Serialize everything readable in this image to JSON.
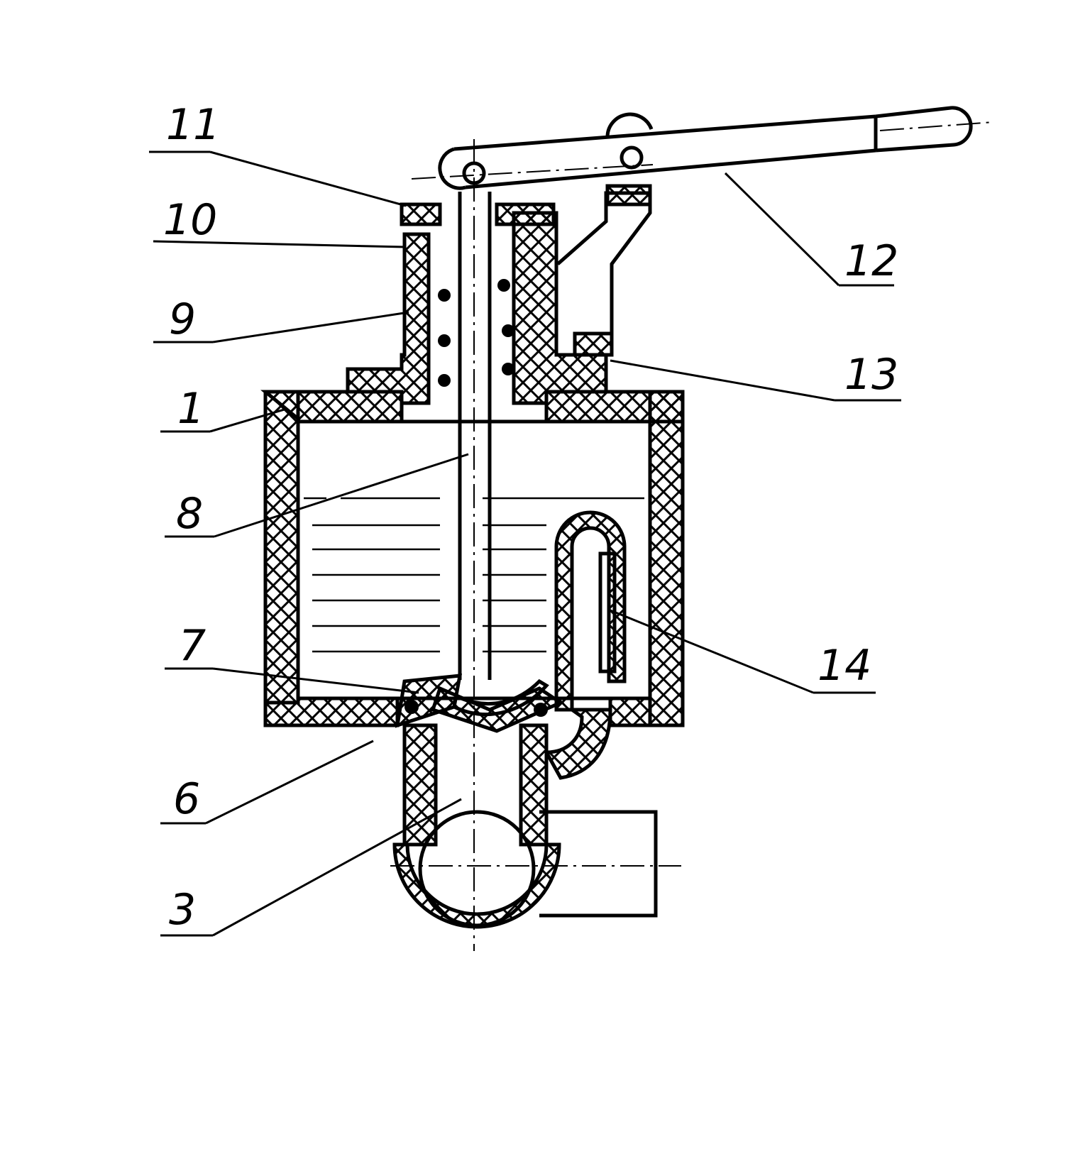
{
  "labels": [
    {
      "id": "11",
      "text": "11"
    },
    {
      "id": "10",
      "text": "10"
    },
    {
      "id": "9",
      "text": "9"
    },
    {
      "id": "1",
      "text": "1"
    },
    {
      "id": "8",
      "text": "8"
    },
    {
      "id": "7",
      "text": "7"
    },
    {
      "id": "6",
      "text": "6"
    },
    {
      "id": "3",
      "text": "3"
    },
    {
      "id": "12",
      "text": "12"
    },
    {
      "id": "13",
      "text": "13"
    },
    {
      "id": "14",
      "text": "14"
    }
  ],
  "colors": {
    "ink": "#000000",
    "paper": "#ffffff"
  }
}
